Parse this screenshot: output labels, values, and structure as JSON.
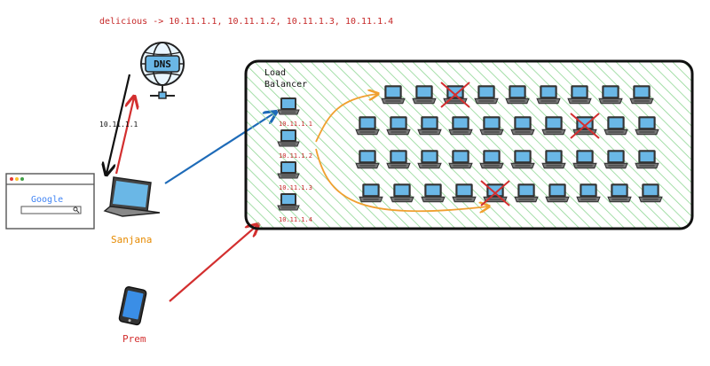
{
  "dns_record": "delicious -> 10.11.1.1, 10.11.1.2, 10.11.1.3, 10.11.1.4",
  "dns_server": {
    "label": "DNS"
  },
  "resolved_ip": "10.11.1.1",
  "users": [
    {
      "name": "Sanjana",
      "device": "laptop"
    },
    {
      "name": "Prem",
      "device": "phone"
    }
  ],
  "browser": {
    "logo": "Google"
  },
  "load_balancer": {
    "label_line1": "Load",
    "label_line2": "Balancer",
    "nodes": [
      {
        "ip": "10.11.1.1"
      },
      {
        "ip": "10.11.1.2"
      },
      {
        "ip": "10.11.1.3"
      },
      {
        "ip": "10.11.1.4"
      }
    ]
  },
  "server_rows": [
    {
      "count": 9,
      "failed": [
        2
      ]
    },
    {
      "count": 10,
      "failed": [
        7
      ]
    },
    {
      "count": 10,
      "failed": []
    },
    {
      "count": 10,
      "failed": [
        4
      ]
    }
  ],
  "colors": {
    "annotation_red": "#c62828",
    "arrow_red": "#d32f2f",
    "arrow_blue": "#1e6bb8",
    "arrow_orange": "#f0a030",
    "user_orange": "#e68a00",
    "hatch_green": "#8fd694",
    "laptop_screen": "#6ab7e6",
    "phone_body": "#3a8ee6"
  }
}
